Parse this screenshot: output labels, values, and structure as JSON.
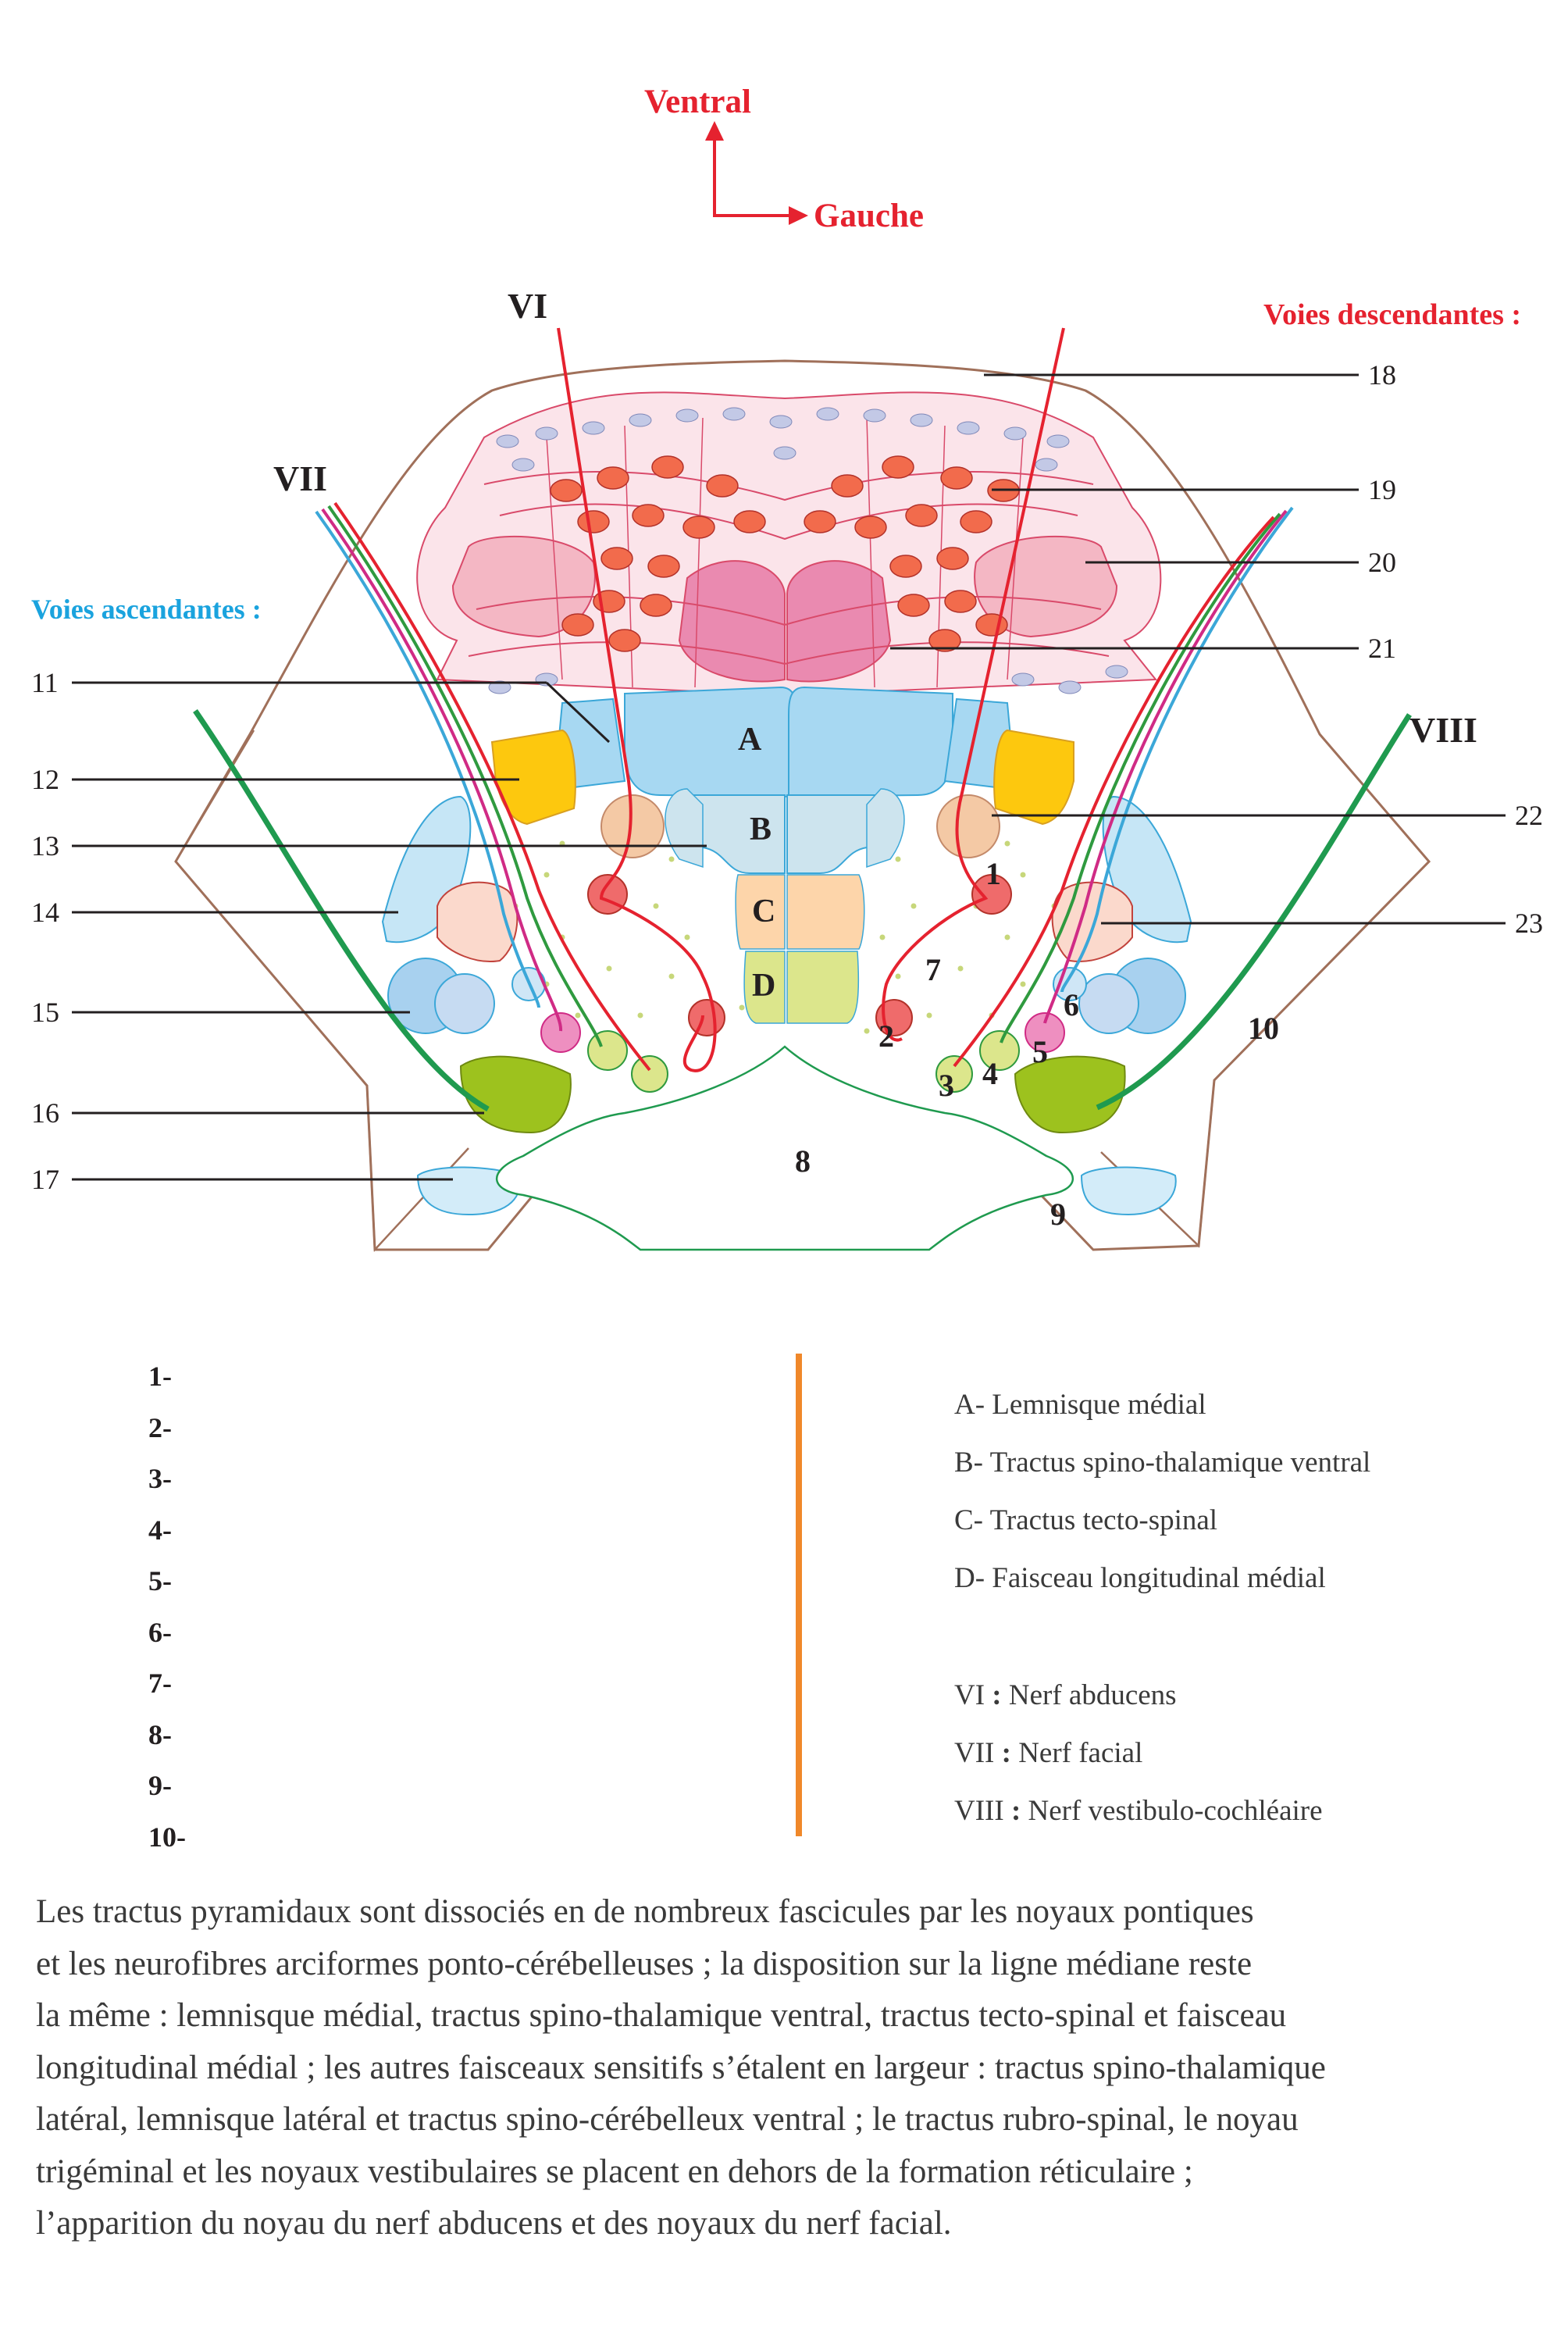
{
  "orientation": {
    "ventral": "Ventral",
    "gauche": "Gauche"
  },
  "section_titles": {
    "descending": "Voies descendantes :",
    "ascending": "Voies ascendantes :"
  },
  "nerve_labels": {
    "vi": "VI",
    "vii": "VII",
    "viii": "VIII"
  },
  "left_callouts": [
    "11",
    "12",
    "13",
    "14",
    "15",
    "16",
    "17"
  ],
  "right_callouts": [
    "18",
    "19",
    "20",
    "21",
    "22",
    "23"
  ],
  "center_letters": [
    "A",
    "B",
    "C",
    "D"
  ],
  "inner_numbers": [
    "1",
    "2",
    "3",
    "4",
    "5",
    "6",
    "7",
    "8",
    "9",
    "10"
  ],
  "numbered_blanks": [
    "1-",
    "2-",
    "3-",
    "4-",
    "5-",
    "6-",
    "7-",
    "8-",
    "9-",
    "10-"
  ],
  "key_letters": [
    "A- Lemnisque médial",
    "B- Tractus spino-thalamique ventral",
    "C- Tractus tecto-spinal",
    "D- Faisceau longitudinal médial"
  ],
  "key_nerves": [
    {
      "num": "VI",
      "sep": " :",
      "text": " Nerf abducens"
    },
    {
      "num": "VII",
      "sep": " :",
      "text": " Nerf facial"
    },
    {
      "num": "VIII",
      "sep": " :",
      "text": " Nerf vestibulo-cochléaire"
    }
  ],
  "caption_lines": [
    "Les tractus pyramidaux sont dissociés en de nombreux fascicules par les noyaux pontiques",
    "et les neurofibres arciformes ponto-cérébelleuses ; la disposition sur la ligne médiane reste",
    "la même : lemnisque médial, tractus spino-thalamique ventral, tractus tecto-spinal et faisceau",
    "longitudinal médial ; les autres faisceaux sensitifs s’étalent en largeur : tractus spino-thalamique",
    "latéral, lemnisque latéral et tractus spino-cérébelleux ventral ; le tractus rubro-spinal, le noyau",
    "trigéminal et les noyaux vestibulaires se placent en dehors de la formation réticulaire ;",
    "l’apparition du noyau du nerf abducens et des noyaux du nerf facial."
  ],
  "colors": {
    "red_label": "#e5222f",
    "blue_label": "#1aa3de",
    "outline": "#9a6a50",
    "tract_blue": "#a7d8f2",
    "yellow": "#fdc80e",
    "peach": "#fdd5aa",
    "light_green": "#dce68c",
    "dark_green": "#9dc21e",
    "pink": "#ee8fc0",
    "red_nucleus": "#ef6b6b",
    "orange_divider": "#f0882a"
  }
}
